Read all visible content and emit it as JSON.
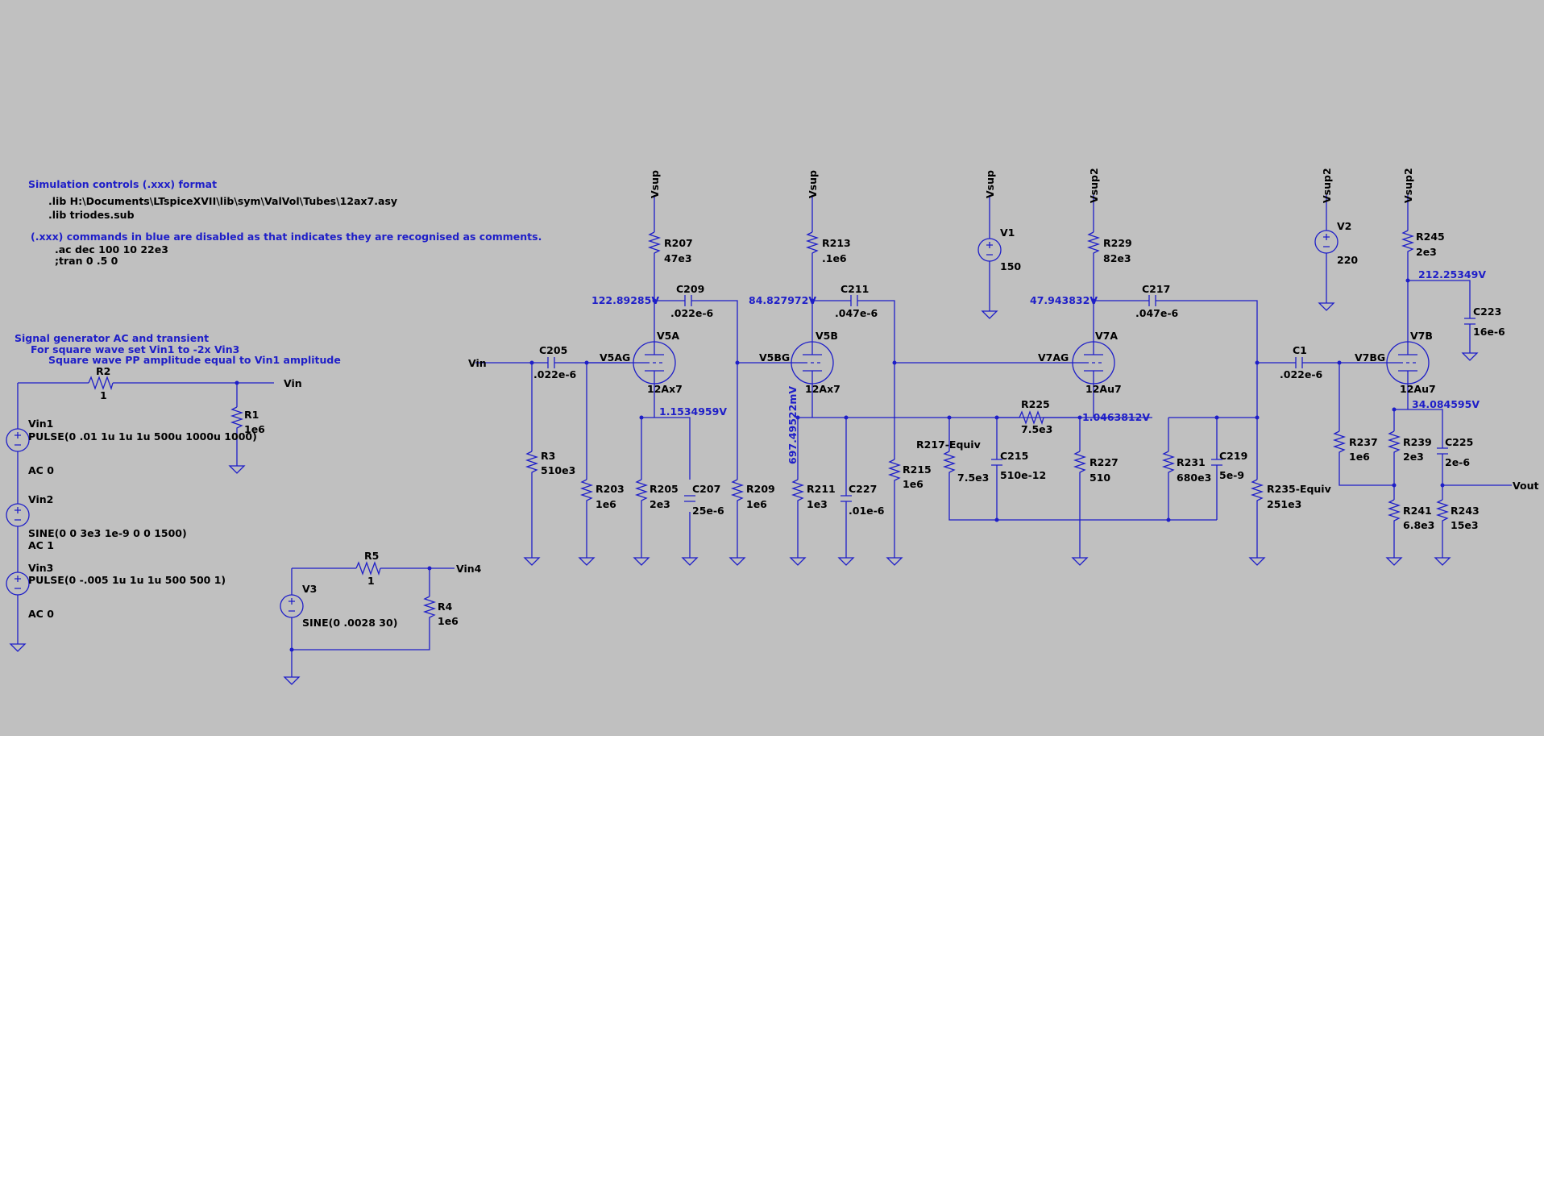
{
  "notes": {
    "sim_title": "Simulation controls (.xxx) format",
    "lib1": ".lib H:\\Documents\\LTspiceXVII\\lib\\sym\\ValVol\\Tubes\\12ax7.asy",
    "lib2": ".lib triodes.sub",
    "disabled_note": "(.xxx) commands in blue are disabled as that indicates they are recognised as comments.",
    "ac_cmd": ".ac dec 100 10 22e3",
    "tran_cmd": ";tran 0 .5 0",
    "siggen1": "Signal generator AC and transient",
    "siggen2": "For square wave set Vin1 to -2x Vin3",
    "siggen3": "Square wave PP amplitude equal to Vin1 amplitude"
  },
  "nets": {
    "vsup": "Vsup",
    "vsup2": "Vsup2",
    "vin": "Vin",
    "vin4": "Vin4",
    "vout": "Vout",
    "v5ag": "V5AG",
    "v5bg": "V5BG",
    "v7ag": "V7AG",
    "v7bg": "V7BG"
  },
  "components": {
    "R2": {
      "name": "R2",
      "value": "1"
    },
    "R1": {
      "name": "R1",
      "value": "1e6"
    },
    "Vin1": {
      "name": "Vin1",
      "value": "PULSE(0 .01 1u 1u 1u 500u 1000u 1000)",
      "ac": "AC 0"
    },
    "Vin2": {
      "name": "Vin2",
      "value": "SINE(0 0 3e3 1e-9 0 0 1500)",
      "ac": "AC 1"
    },
    "Vin3": {
      "name": "Vin3",
      "value": "PULSE(0 -.005 1u 1u 1u 500 500 1)",
      "ac": "AC 0"
    },
    "R5": {
      "name": "R5",
      "value": "1"
    },
    "R4": {
      "name": "R4",
      "value": "1e6"
    },
    "V3": {
      "name": "V3",
      "value": "SINE(0 .0028 30)"
    },
    "C205": {
      "name": "C205",
      "value": ".022e-6"
    },
    "R3": {
      "name": "R3",
      "value": "510e3"
    },
    "R203": {
      "name": "R203",
      "value": "1e6"
    },
    "R207": {
      "name": "R207",
      "value": "47e3"
    },
    "C209": {
      "name": "C209",
      "value": ".022e-6"
    },
    "V5A": {
      "name": "V5A",
      "value": "12Ax7"
    },
    "R205": {
      "name": "R205",
      "value": "2e3"
    },
    "C207": {
      "name": "C207",
      "value": "25e-6"
    },
    "R209": {
      "name": "R209",
      "value": "1e6"
    },
    "R213": {
      "name": "R213",
      "value": ".1e6"
    },
    "C211": {
      "name": "C211",
      "value": ".047e-6"
    },
    "V5B": {
      "name": "V5B",
      "value": "12Ax7"
    },
    "R211": {
      "name": "R211",
      "value": "1e3"
    },
    "C227": {
      "name": "C227",
      "value": ".01e-6"
    },
    "R215": {
      "name": "R215",
      "value": "1e6"
    },
    "V1": {
      "name": "V1",
      "value": "150"
    },
    "R217": {
      "name": "R217-Equiv",
      "value": "7.5e3"
    },
    "C215": {
      "name": "C215",
      "value": "510e-12"
    },
    "R225": {
      "name": "R225",
      "value": "7.5e3"
    },
    "R229": {
      "name": "R229",
      "value": "82e3"
    },
    "C217": {
      "name": "C217",
      "value": ".047e-6"
    },
    "V7A": {
      "name": "V7A",
      "value": "12Au7"
    },
    "R227": {
      "name": "R227",
      "value": "510"
    },
    "R231": {
      "name": "R231",
      "value": "680e3"
    },
    "C219": {
      "name": "C219",
      "value": "5e-9"
    },
    "R235": {
      "name": "R235-Equiv",
      "value": "251e3"
    },
    "V2": {
      "name": "V2",
      "value": "220"
    },
    "C1": {
      "name": "C1",
      "value": ".022e-6"
    },
    "R237": {
      "name": "R237",
      "value": "1e6"
    },
    "R245": {
      "name": "R245",
      "value": "2e3"
    },
    "C223": {
      "name": "C223",
      "value": "16e-6"
    },
    "V7B": {
      "name": "V7B",
      "value": "12Au7"
    },
    "R239": {
      "name": "R239",
      "value": "2e3"
    },
    "C225": {
      "name": "C225",
      "value": "2e-6"
    },
    "R241": {
      "name": "R241",
      "value": "6.8e3"
    },
    "R243": {
      "name": "R243",
      "value": "15e3"
    }
  },
  "voltages": {
    "v5a_plate": "122.89285V",
    "v5a_cathode": "1.1534959V",
    "v5b_plate": "84.827972V",
    "v5b_cathode": "697.49522mV",
    "v7a_plate": "47.943832V",
    "v7a_cathode": "1.0463812V",
    "v7b_plate": "212.25349V",
    "v7b_cathode": "34.084595V"
  },
  "colors": {
    "sheet_background": "#c0c0c0",
    "page_background": "#ffffff",
    "wire": "#1e1ec8",
    "comment_text": "#1e1ec8",
    "label_text": "#000000"
  }
}
